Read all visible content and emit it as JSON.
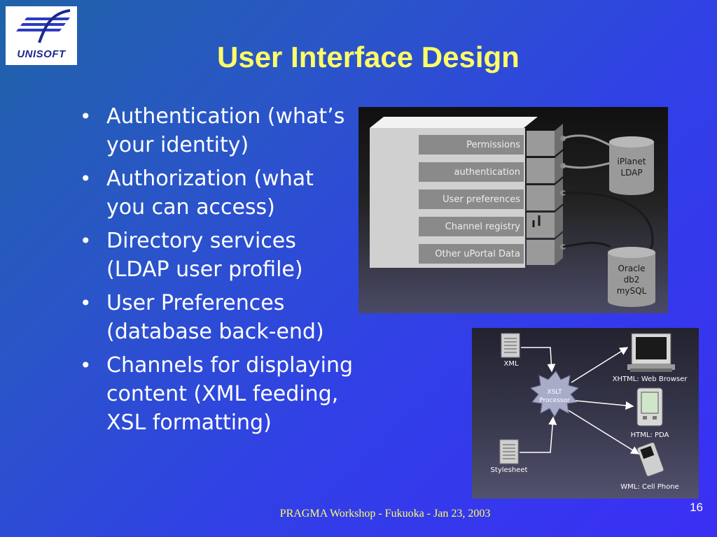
{
  "slide": {
    "title": "User Interface Design",
    "bullets": [
      "Authentication (what’s your identity)",
      "Authorization (what you can access)",
      "Directory services (LDAP user profile)",
      "User Preferences (database back-end)",
      "Channels for displaying content (XML feeding, XSL formatting)"
    ],
    "footer": "PRAGMA Workshop - Fukuoka - Jan 23, 2003",
    "page_number": "16"
  },
  "logo": {
    "text": "UNISOFT"
  },
  "diagram_portal": {
    "layers": [
      "Permissions",
      "authentication",
      "User preferences",
      "Channel registry",
      "Other uPortal Data"
    ],
    "ldap_db": [
      "iPlanet",
      "LDAP"
    ],
    "sql_db": [
      "Oracle",
      "db2",
      "mySQL"
    ]
  },
  "diagram_xslt": {
    "xml_label": "XML",
    "stylesheet_label": "Stylesheet",
    "processor_label": [
      "XSLT",
      "Processor"
    ],
    "outputs": [
      "XHTML: Web Browser",
      "HTML: PDA",
      "WML: Cell Phone"
    ]
  },
  "colors": {
    "title": "#ffff66",
    "footer": "#ffff66",
    "bullet_text": "#ffffff",
    "background_start": "#1f63a8",
    "background_end": "#3a2ff5"
  }
}
